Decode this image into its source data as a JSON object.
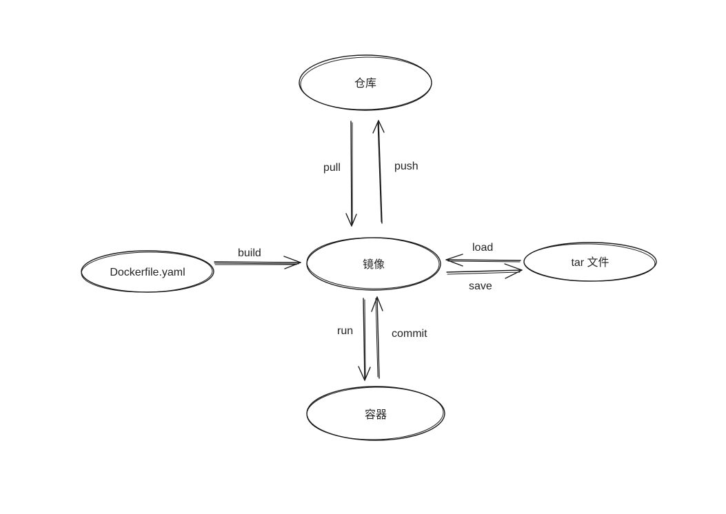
{
  "nodes": {
    "repository": "仓库",
    "image": "镜像",
    "dockerfile": "Dockerfile.yaml",
    "tarfile": "tar 文件",
    "container": "容器"
  },
  "edges": {
    "pull": "pull",
    "push": "push",
    "build": "build",
    "load": "load",
    "save": "save",
    "run": "run",
    "commit": "commit"
  }
}
